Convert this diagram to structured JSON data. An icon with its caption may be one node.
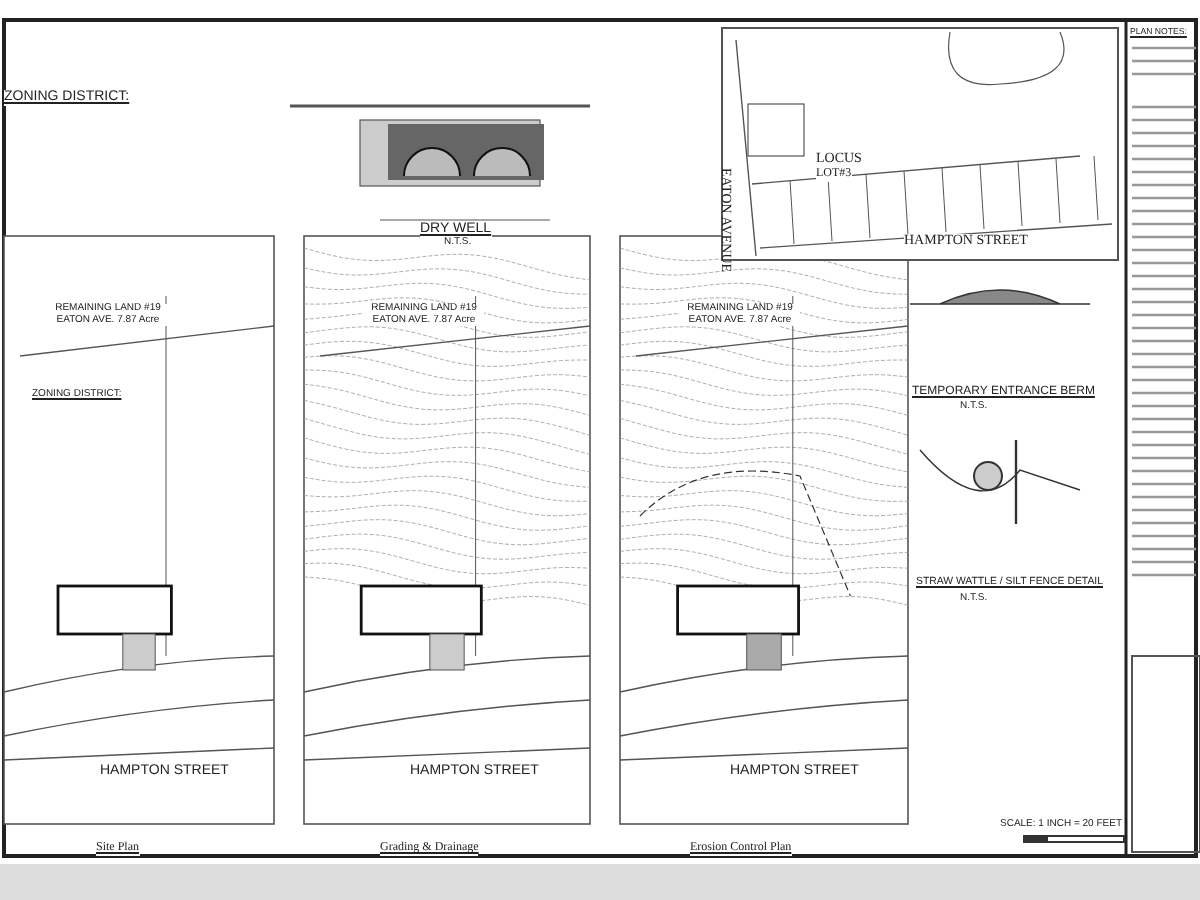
{
  "diagram": {
    "labels": [
      "ZONING DISTRICT:",
      "DRY WELL",
      "N.T.S.",
      "EATON AVENUE",
      "LOCUS",
      "LOT#3",
      "HAMPTON STREET",
      "PLAN NOTES:",
      "REMAINING LAND #19 EATON AVE. 7.87 Acre",
      "ZONING DISTRICT:",
      "REMAINING LAND #19 EATON AVE. 7.87 Acre",
      "REMAINING LAND #19 EATON AVE. 7.87 Acre",
      "TEMPORARY ENTRANCE BERM",
      "N.T.S.",
      "STRAW WATTLE / SILT FENCE DETAIL",
      "N.T.S.",
      "HAMPTON STREET",
      "HAMPTON STREET",
      "HAMPTON STREET",
      "SCALE: 1 INCH = 20 FEET",
      "Site Plan",
      "Grading & Drainage",
      "Erosion Control Plan"
    ]
  }
}
